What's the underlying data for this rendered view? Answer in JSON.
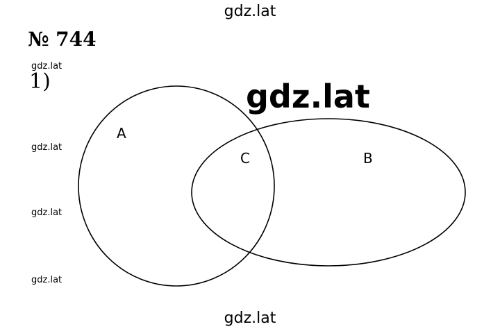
{
  "header": {
    "watermark": "gdz.lat",
    "problem_number": "№ 744",
    "part": "1)"
  },
  "watermarks": {
    "big": "gdz.lat",
    "small": [
      "gdz.lat",
      "gdz.lat",
      "gdz.lat",
      "gdz.lat"
    ],
    "bottom": "gdz.lat"
  },
  "diagram": {
    "sets": [
      {
        "label": "A"
      },
      {
        "label": "B"
      }
    ],
    "intersection_label": "C"
  }
}
